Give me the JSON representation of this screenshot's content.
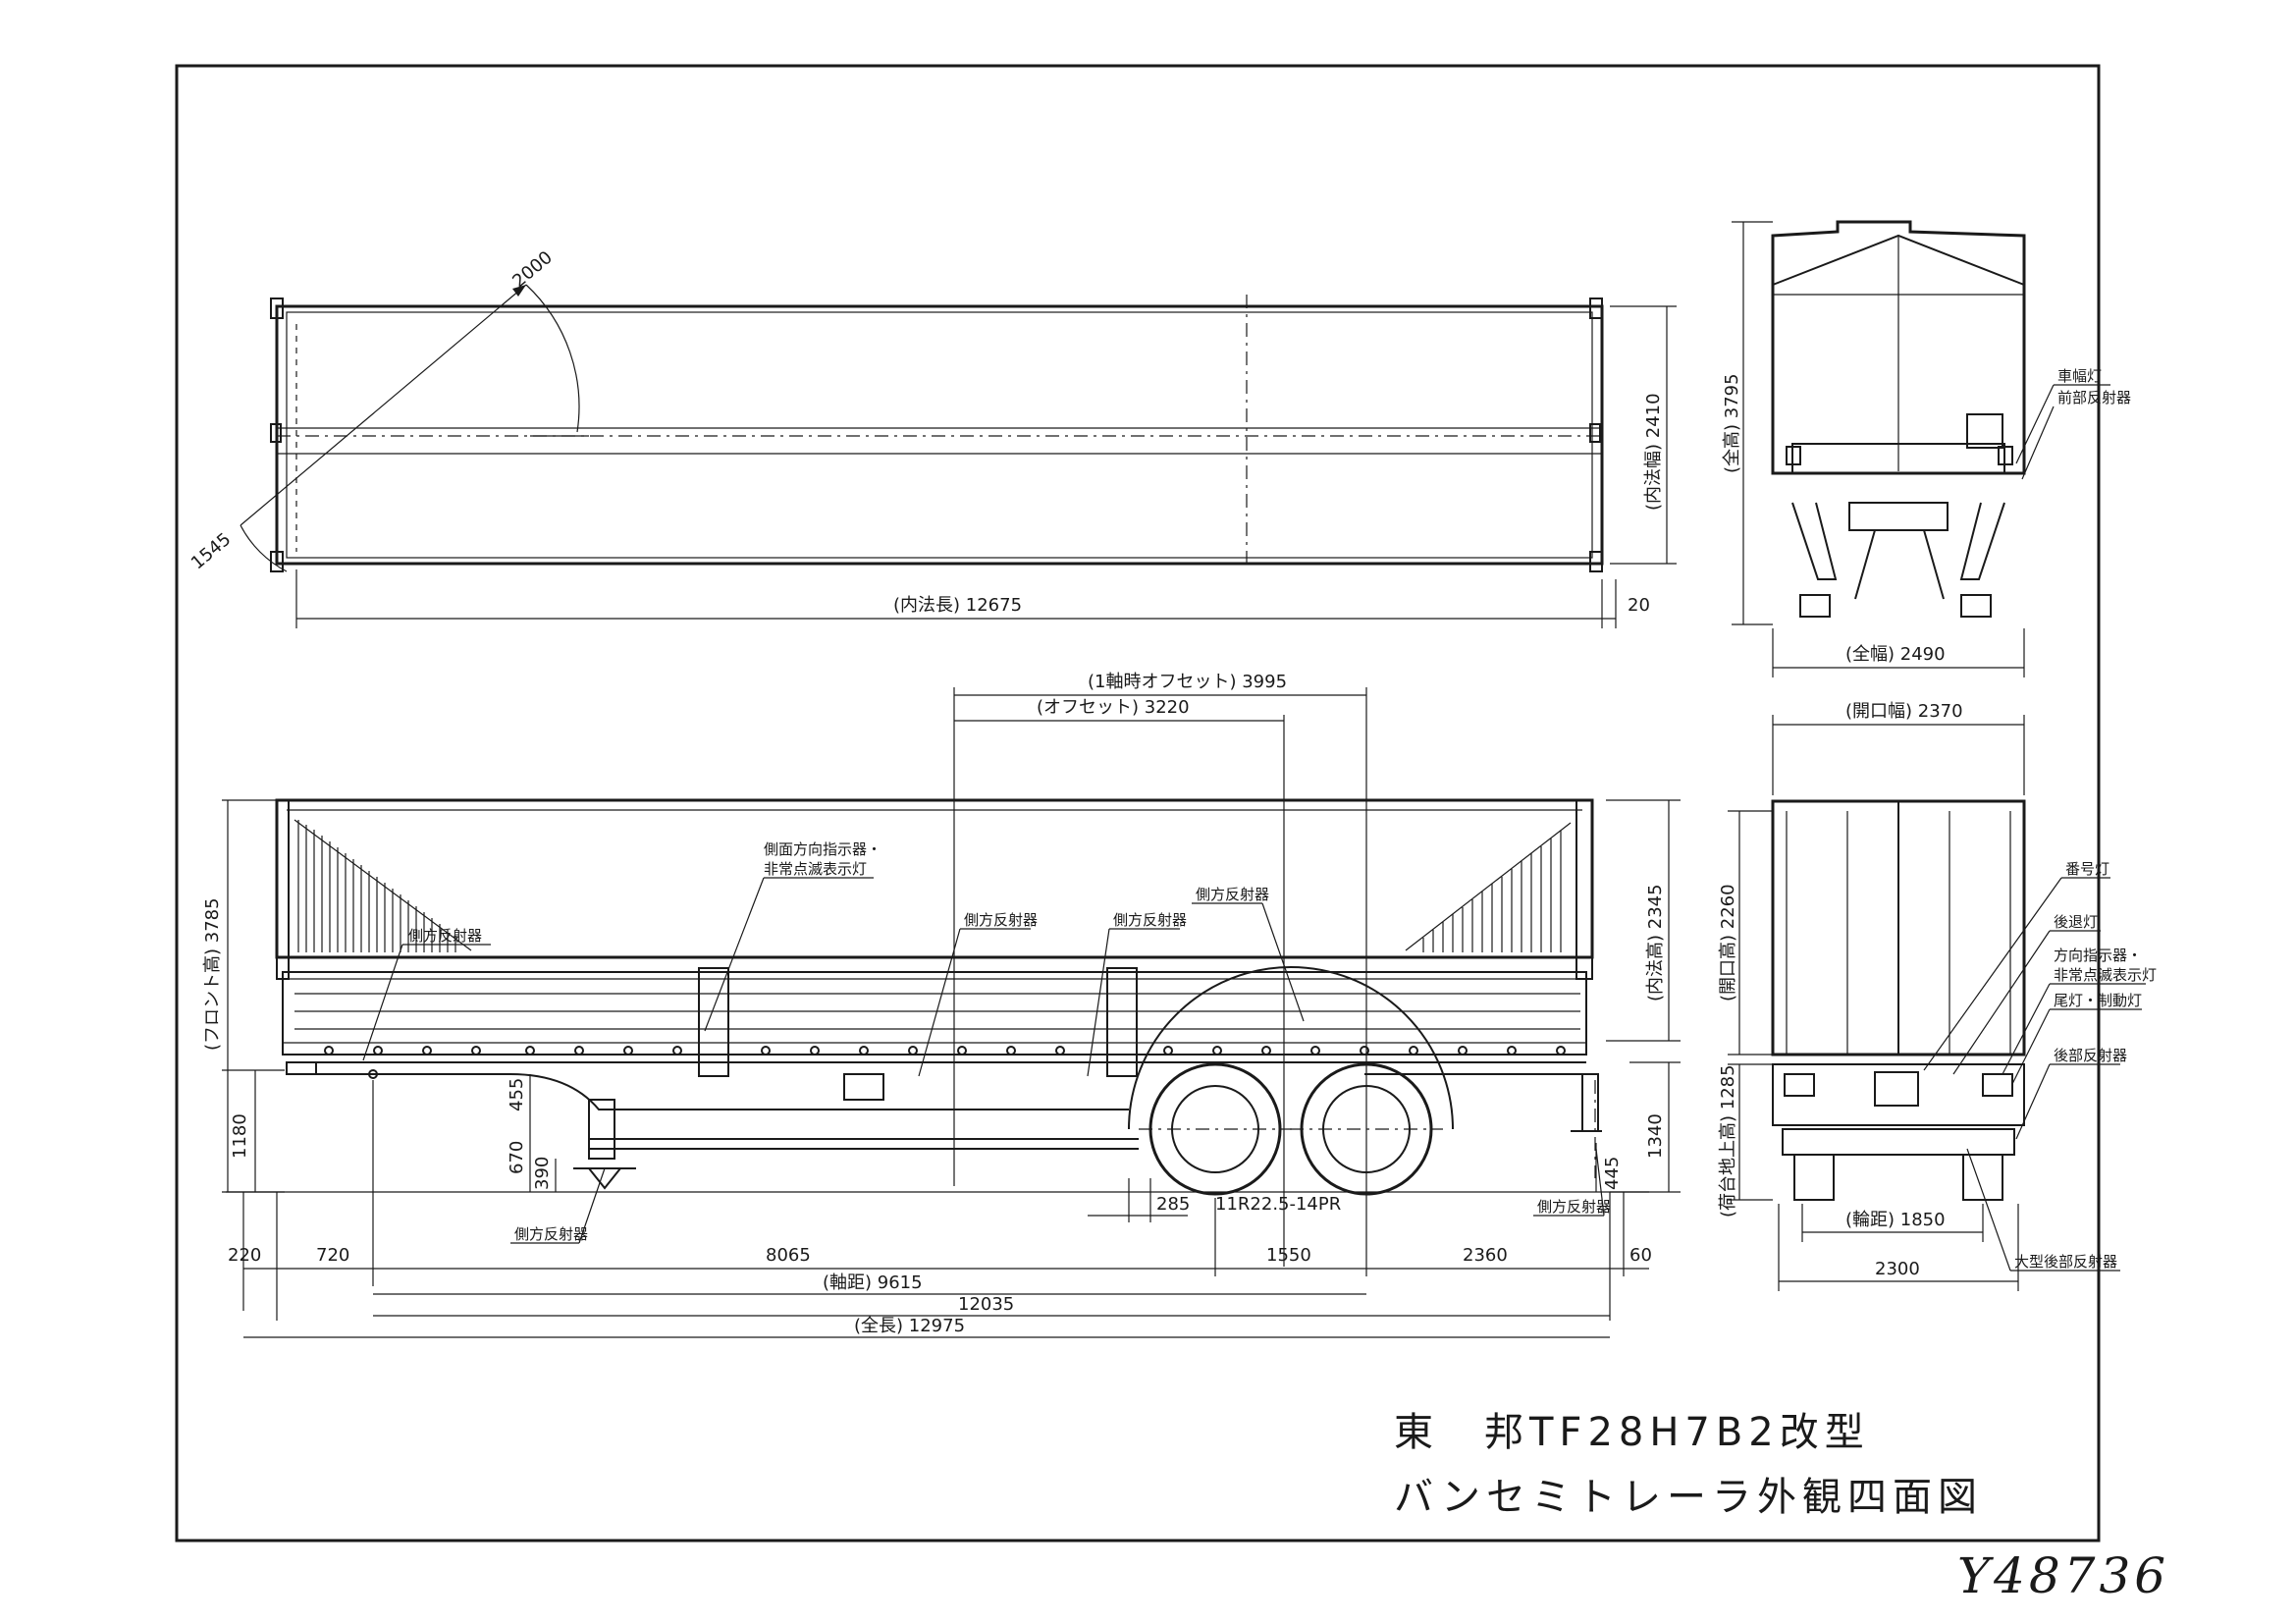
{
  "top_view": {
    "radius_label": "2000",
    "corner_label": "1545",
    "inner_width": "(内法幅) 2410",
    "inner_length": "(内法長) 12675",
    "rear_gap": "20"
  },
  "side_view": {
    "offset_1axle": "(1軸時オフセット) 3995",
    "offset": "(オフセット) 3220",
    "front_height": "(フロント高) 3785",
    "height_1180": "1180",
    "inner_height": "(内法高) 2345",
    "height_1340": "1340",
    "d455": "455",
    "d670": "670",
    "d390": "390",
    "d445": "445",
    "d285": "285",
    "tire": "11R22.5-14PR",
    "c1_label1": "側面方向指示器・",
    "c1_label2": "非常点滅表示灯",
    "c2": "側方反射器",
    "c3": "側方反射器",
    "c4": "側方反射器",
    "c5": "側方反射器",
    "c6": "側方反射器",
    "c7": "側方反射器",
    "seg_220": "220",
    "seg_720": "720",
    "seg_8065": "8065",
    "seg_1550": "1550",
    "seg_2360": "2360",
    "seg_60": "60",
    "wheelbase": "(軸距) 9615",
    "d12035": "12035",
    "overall_length": "(全長) 12975"
  },
  "front_view": {
    "overall_height": "(全高) 3795",
    "overall_width": "(全幅) 2490",
    "label_marker": "車幅灯",
    "label_reflector": "前部反射器"
  },
  "rear_view": {
    "opening_width": "(開口幅) 2370",
    "opening_height": "(開口高) 2260",
    "floor_height": "(荷台地上高) 1285",
    "track": "(輪距) 1850",
    "width_2300": "2300",
    "l1": "番号灯",
    "l2": "後退灯",
    "l3a": "方向指示器・",
    "l3b": "非常点滅表示灯",
    "l4": "尾灯・制動灯",
    "l5": "後部反射器",
    "l6": "大型後部反射器"
  },
  "title": {
    "line1": "東　邦TF28H7B2改型",
    "line2": "バンセミトレーラ外観四面図"
  },
  "handwritten": "Y48736"
}
